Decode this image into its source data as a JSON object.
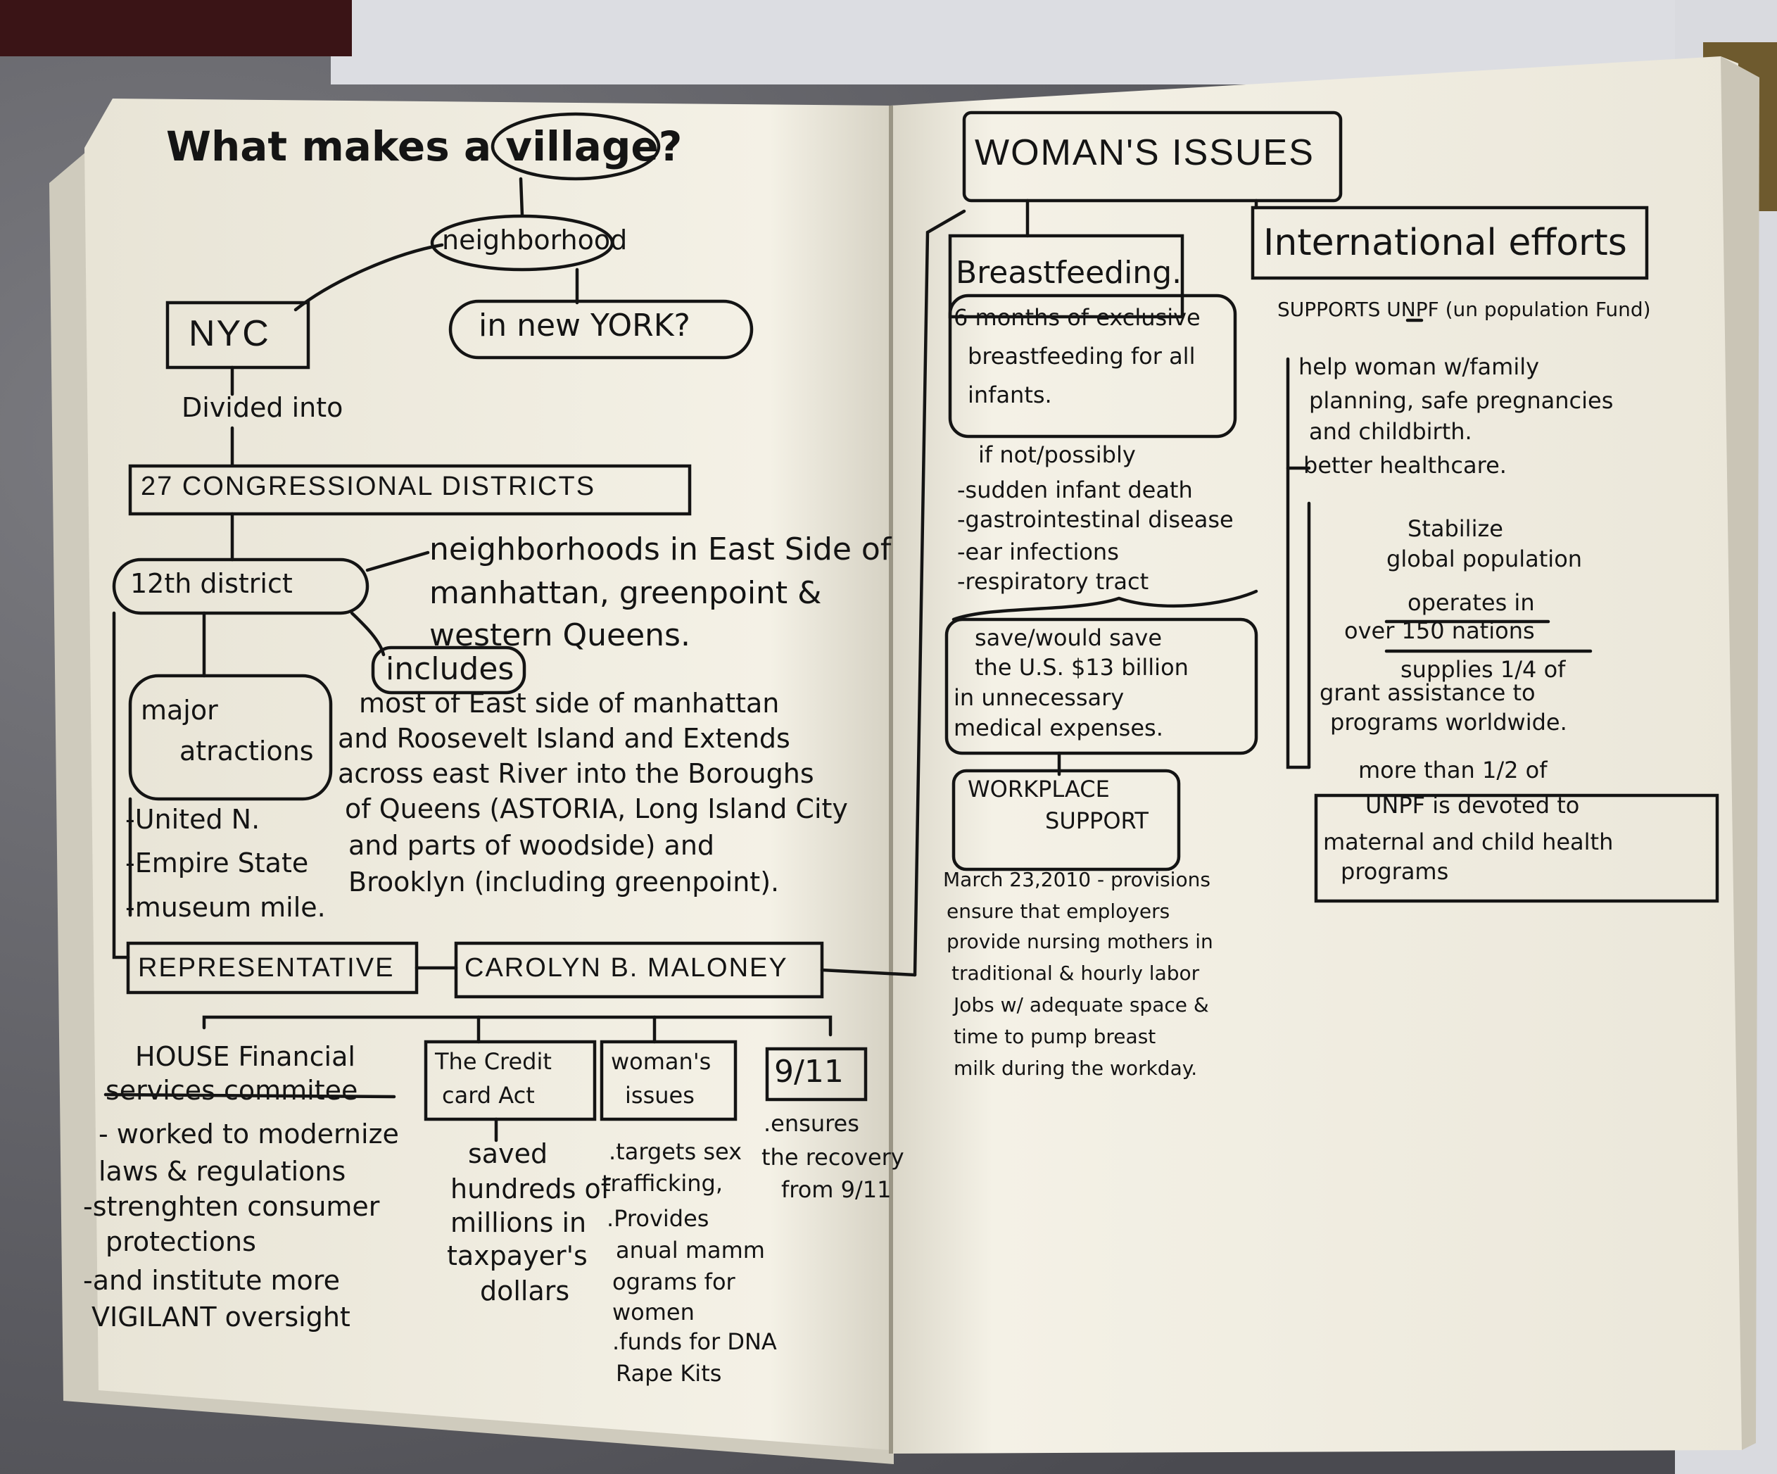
{
  "left_page": {
    "title": "What makes a village?",
    "neighborhood": "neighborhood",
    "in_new_york": "in new YORK?",
    "nyc": "NYC",
    "divided_into": "Divided into",
    "districts": "27 CONGRESSIONAL DISTRICTS",
    "twelfth": "12th district",
    "neighborhoods_desc": [
      "neighborhoods in East Side of",
      "manhattan, greenpoint &",
      "western Queens."
    ],
    "includes": "includes",
    "includes_desc": [
      "most of East side of manhattan",
      "and Roosevelt Island and Extends",
      "across east River into the Boroughs",
      "of Queens (ASTORIA, Long Island City",
      "and parts of woodside) and",
      "Brooklyn (including greenpoint)."
    ],
    "major_attractions": [
      "major",
      "atractions"
    ],
    "attractions": [
      "-United N.",
      "-Empire State",
      "-museum mile."
    ],
    "representative": "REPRESENTATIVE",
    "name": "CAROLYN B. MALONEY",
    "committee_title": [
      "HOUSE Financial",
      "services commitee"
    ],
    "committee_items": [
      "- worked to modernize",
      "laws & regulations",
      "-strenghten consumer",
      "protections",
      "-and institute more",
      "VIGILANT oversight"
    ],
    "credit_card": [
      "The Credit",
      "card Act"
    ],
    "credit_card_items": [
      "saved",
      "hundreds of",
      "millions in",
      "taxpayer's",
      "dollars"
    ],
    "womans_issues": [
      "woman's",
      "issues"
    ],
    "womans_items": [
      ".targets sex",
      "trafficking,",
      ".Provides",
      "anual mamm",
      "ograms for",
      "women",
      ".funds for DNA",
      "Rape Kits"
    ],
    "nine_eleven": "9/11",
    "nine_eleven_items": [
      ".ensures",
      "the recovery",
      "from 9/11"
    ]
  },
  "right_page": {
    "title": "WOMAN'S ISSUES",
    "breastfeeding": "Breastfeeding.",
    "breastfeeding_desc": [
      "6 months of exclusive",
      "breastfeeding for all",
      "infants."
    ],
    "if_not": "if not/possibly",
    "risks": [
      "-sudden infant death",
      "-gastrointestinal disease",
      "-ear infections",
      "-respiratory tract"
    ],
    "savings": [
      "save/would save",
      "the U.S. $13 billion",
      "in unnecessary",
      "medical expenses."
    ],
    "workplace": [
      "WORKPLACE",
      "SUPPORT"
    ],
    "workplace_desc": [
      "March 23,2010 - provisions",
      "ensure that employers",
      "provide nursing mothers in",
      "traditional & hourly labor",
      "Jobs w/ adequate space &",
      "time to pump breast",
      "milk during the workday."
    ],
    "international": "International efforts",
    "supports": "SUPPORTS UNPF (un population Fund)",
    "help_items": [
      "help woman w/family",
      "planning, safe pregnancies",
      "and childbirth.",
      "better healthcare."
    ],
    "stabilize": [
      "Stabilize",
      "global population"
    ],
    "operates": [
      "operates in",
      "over 150 nations"
    ],
    "supplies": [
      "supplies 1/4 of",
      "grant assistance to",
      "programs worldwide."
    ],
    "more_than": "more than 1/2 of",
    "unpf_devoted": [
      "UNPF is devoted to",
      "maternal and child health",
      "programs"
    ]
  }
}
